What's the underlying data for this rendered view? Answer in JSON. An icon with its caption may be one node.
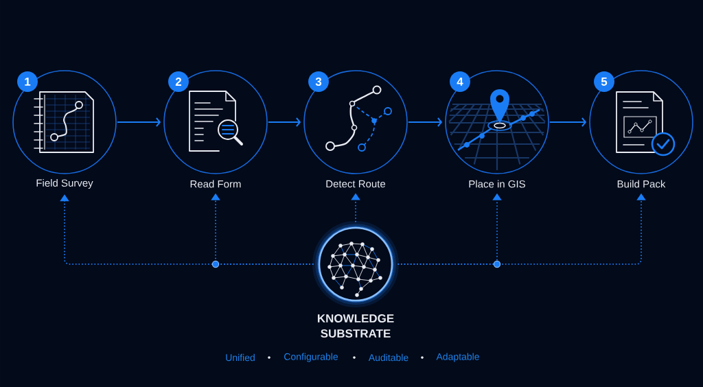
{
  "diagram": {
    "nodes": [
      {
        "text": [
          "1",
          "Field Survey"
        ]
      },
      {
        "text": [
          "2",
          "Read Form"
        ]
      },
      {
        "text": [
          "3",
          "Detect Route"
        ]
      },
      {
        "text": [
          "4",
          "Place in GIS"
        ]
      },
      {
        "text": [
          "5",
          "Build Pack"
        ]
      },
      {
        "text": [
          "KNOWLEDGE SUBSTRATE"
        ]
      }
    ],
    "edges": [
      {
        "from": 0,
        "to": 1,
        "arrow": "to"
      },
      {
        "from": 1,
        "to": 2,
        "arrow": "to"
      },
      {
        "from": 2,
        "to": 3,
        "arrow": "to"
      },
      {
        "from": 3,
        "to": 4,
        "arrow": "to"
      },
      {
        "from": 5,
        "to": 0,
        "arrow": "to",
        "style": "dashed"
      },
      {
        "from": 5,
        "to": 1,
        "arrow": "to",
        "style": "dashed"
      },
      {
        "from": 5,
        "to": 2,
        "arrow": "to",
        "style": "dashed"
      },
      {
        "from": 5,
        "to": 3,
        "arrow": "to",
        "style": "dashed"
      },
      {
        "from": 5,
        "to": 4,
        "arrow": "to",
        "style": "dashed"
      }
    ],
    "labels": [
      "Unified",
      "Configurable",
      "Auditable",
      "Adaptable"
    ]
  }
}
